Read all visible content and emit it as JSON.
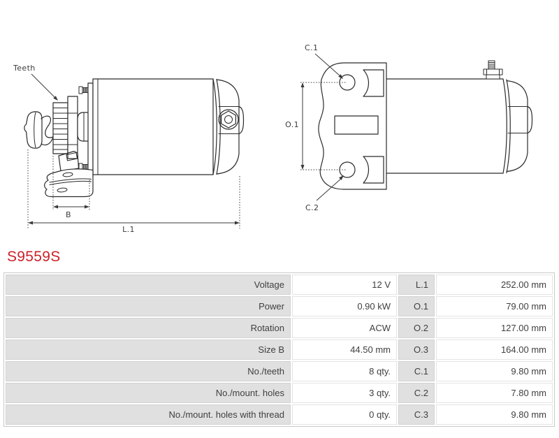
{
  "part_number": "S9559S",
  "colors": {
    "part_number_red": "#cc2127",
    "cell_gray": "#e0e0e0",
    "table_border": "#c9c9c9",
    "text_dark": "#3f3f3f",
    "drawing_line": "#2b2b2b"
  },
  "diagrams": {
    "left": {
      "labels": {
        "teeth": "Teeth",
        "size_b": "B",
        "length": "L.1"
      }
    },
    "right": {
      "labels": {
        "c1": "C.1",
        "o1": "O.1",
        "c2": "C.2"
      }
    }
  },
  "specs_table": {
    "rows": [
      {
        "label": "Voltage",
        "value": "12 V",
        "dim": "L.1",
        "dim_value": "252.00 mm"
      },
      {
        "label": "Power",
        "value": "0.90 kW",
        "dim": "O.1",
        "dim_value": "79.00 mm"
      },
      {
        "label": "Rotation",
        "value": "ACW",
        "dim": "O.2",
        "dim_value": "127.00 mm"
      },
      {
        "label": "Size B",
        "value": "44.50 mm",
        "dim": "O.3",
        "dim_value": "164.00 mm"
      },
      {
        "label": "No./teeth",
        "value": "8 qty.",
        "dim": "C.1",
        "dim_value": "9.80 mm"
      },
      {
        "label": "No./mount. holes",
        "value": "3 qty.",
        "dim": "C.2",
        "dim_value": "7.80 mm"
      },
      {
        "label": "No./mount. holes with thread",
        "value": "0 qty.",
        "dim": "C.3",
        "dim_value": "9.80 mm"
      }
    ]
  }
}
